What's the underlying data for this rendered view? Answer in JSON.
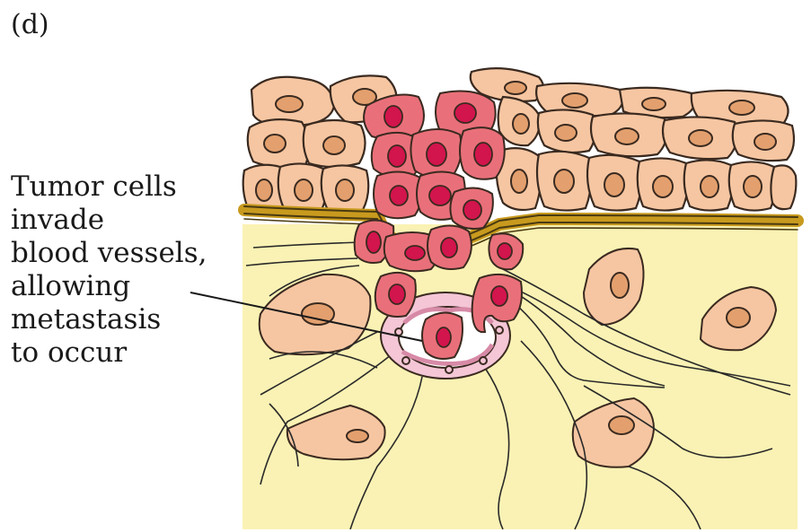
{
  "panel_label": "(d)",
  "caption_lines": [
    "Tumor cells",
    "invade",
    "blood vessels,",
    "allowing",
    "metastasis",
    "to occur"
  ],
  "colors": {
    "stroma": "#faf2b4",
    "normal_cell": "#f6c6a2",
    "normal_nucleus": "#e3a06e",
    "tumor_cell": "#e9707a",
    "tumor_nucleus": "#d2154c",
    "basement_membrane": "#c89a1e",
    "vessel_wall": "#f4c6d6"
  }
}
